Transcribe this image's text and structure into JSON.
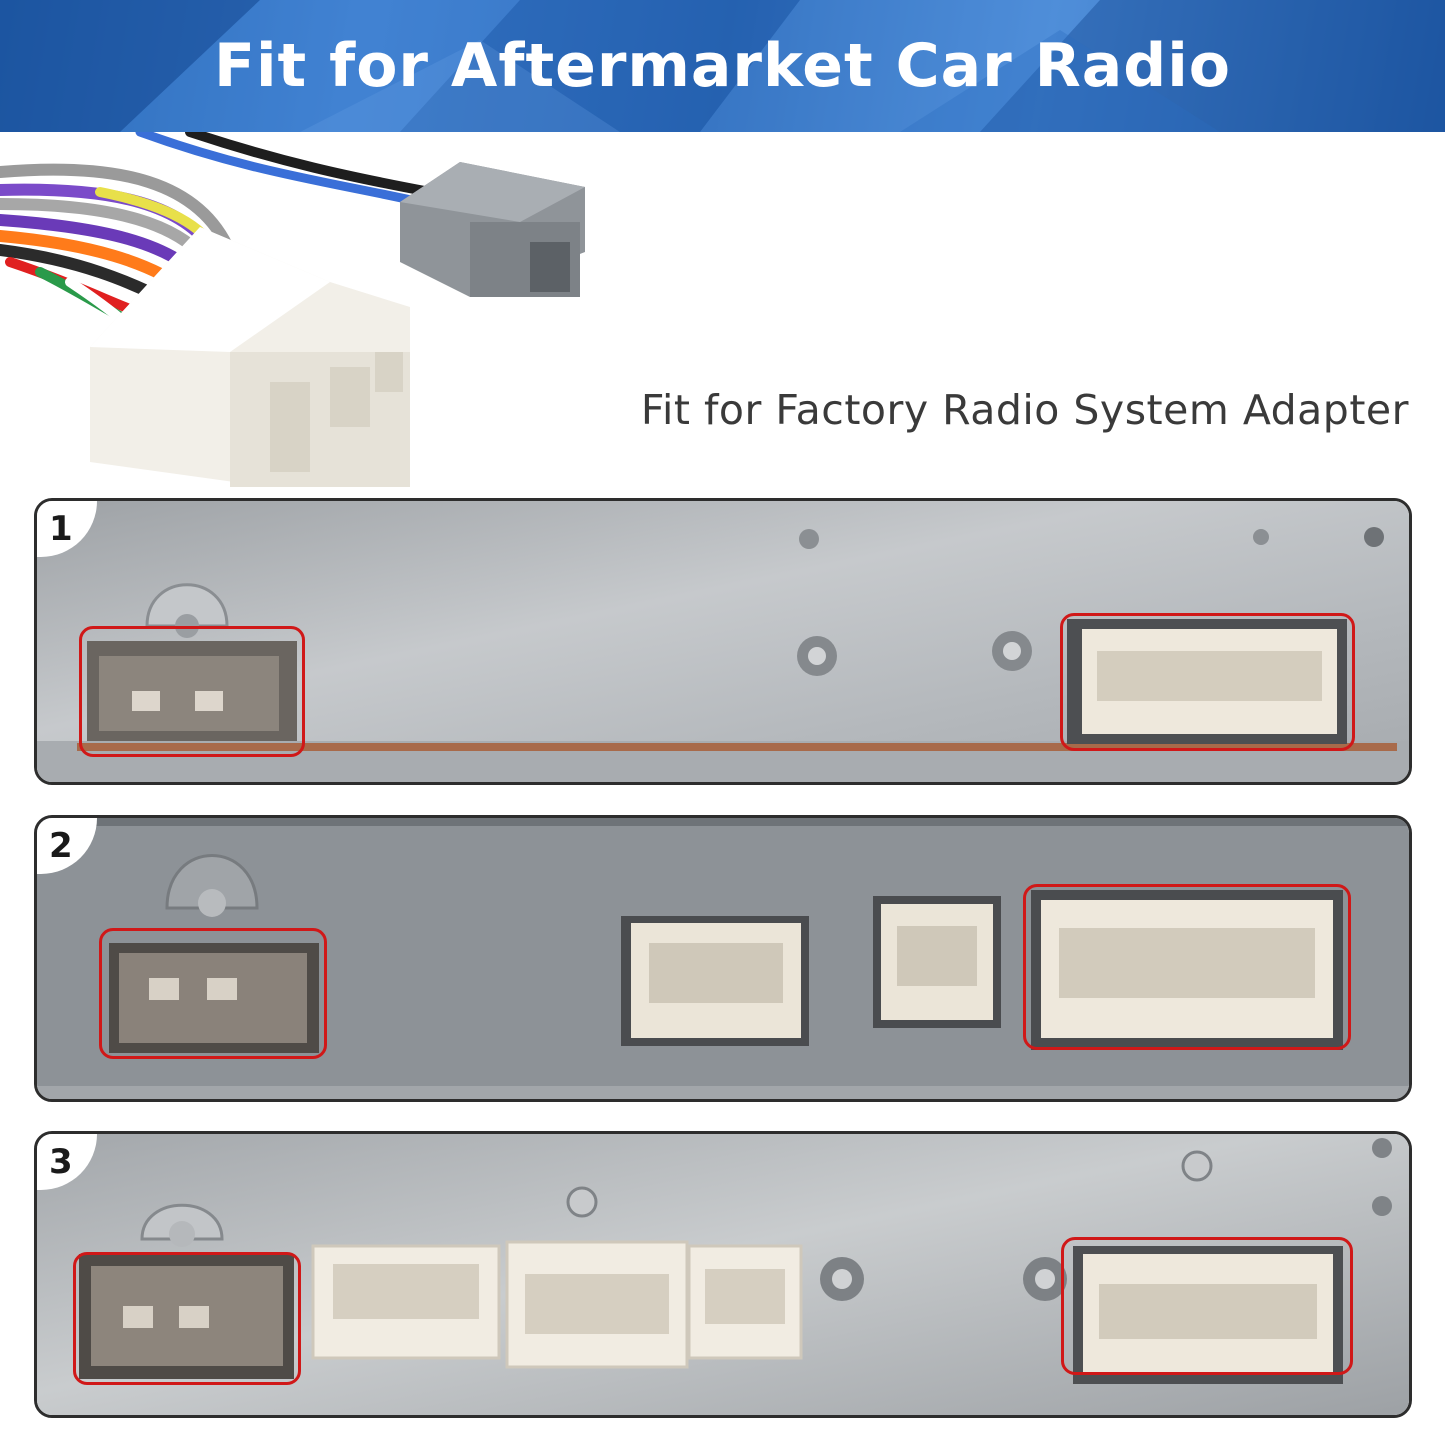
{
  "banner": {
    "title": "Fit for Aftermarket Car Radio"
  },
  "subtitle": "Fit for Factory Radio System Adapter",
  "panels": [
    {
      "number": "1"
    },
    {
      "number": "2"
    },
    {
      "number": "3"
    }
  ],
  "colors": {
    "banner_blue": "#2a68b8",
    "highlight_red": "#d01818",
    "panel_border": "#2d2d2d"
  }
}
